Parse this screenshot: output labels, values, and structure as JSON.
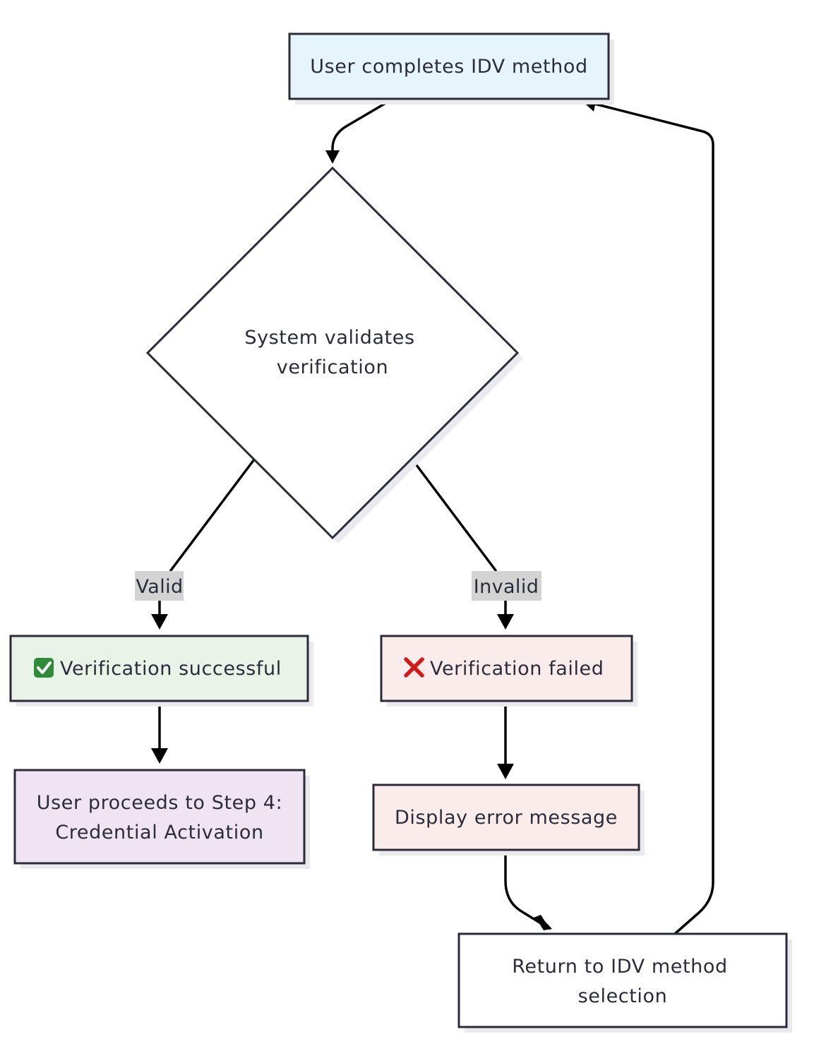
{
  "diagram": {
    "nodes": {
      "start": {
        "label": "User completes IDV method",
        "fill": "#e6f4fb"
      },
      "decision": {
        "label_line1": "System validates",
        "label_line2": "verification",
        "fill": "#ffffff"
      },
      "success": {
        "icon": "check-mark-icon",
        "icon_glyph": "✅",
        "label": "Verification successful",
        "fill": "#e9f3e7"
      },
      "failed": {
        "icon": "cross-mark-icon",
        "icon_glyph": "❌",
        "label": "Verification failed",
        "fill": "#fbecec"
      },
      "proceed": {
        "label_line1": "User proceeds to Step 4:",
        "label_line2": "Credential Activation",
        "fill": "#f1e4f2"
      },
      "error": {
        "label": "Display error message",
        "fill": "#fbecec"
      },
      "return": {
        "label_line1": "Return to IDV method",
        "label_line2": "selection",
        "fill": "#ffffff"
      }
    },
    "edges": {
      "valid_label": "Valid",
      "invalid_label": "Invalid",
      "label_background": "#d3d3d3"
    },
    "colors": {
      "stroke": "#2b2b3a",
      "edge": "#000000",
      "check_green": "#2e8b3a",
      "cross_red": "#d11a1a"
    }
  }
}
